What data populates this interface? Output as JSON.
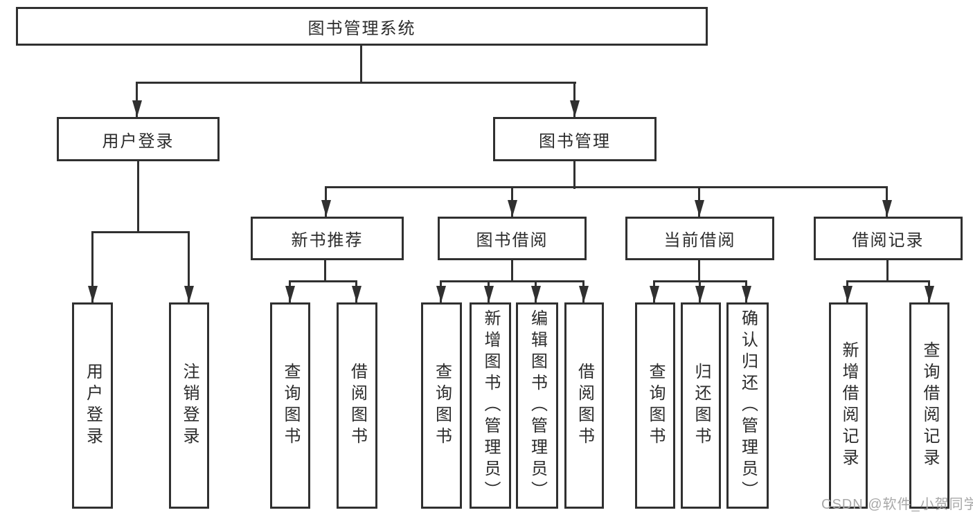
{
  "nodes": {
    "root": "图书管理系统",
    "user_login": "用户登录",
    "book_mgmt": "图书管理",
    "user_login_children": {
      "login": "用户登录",
      "logout": "注销登录"
    },
    "new_book_rec": "新书推荐",
    "book_borrow": "图书借阅",
    "current_borrow": "当前借阅",
    "borrow_records": "借阅记录",
    "new_book_rec_children": {
      "query_books": "查询图书",
      "borrow_books": "借阅图书"
    },
    "book_borrow_children": {
      "query_books": "查询图书",
      "add_books": "新增图书（管理员）",
      "edit_books": "编辑图书（管理员）",
      "borrow_books": "借阅图书"
    },
    "current_borrow_children": {
      "query_books": "查询图书",
      "return_books": "归还图书",
      "confirm_return": "确认归还（管理员）"
    },
    "borrow_records_children": {
      "add_record": "新增借阅记录",
      "query_record": "查询借阅记录"
    }
  },
  "watermark": "CSDN @软件_小贺同学",
  "colors": {
    "line": "#303030",
    "box_border": "#303030",
    "text": "#2b2b2b",
    "watermark": "#a8a8a8",
    "background": "#ffffff"
  }
}
